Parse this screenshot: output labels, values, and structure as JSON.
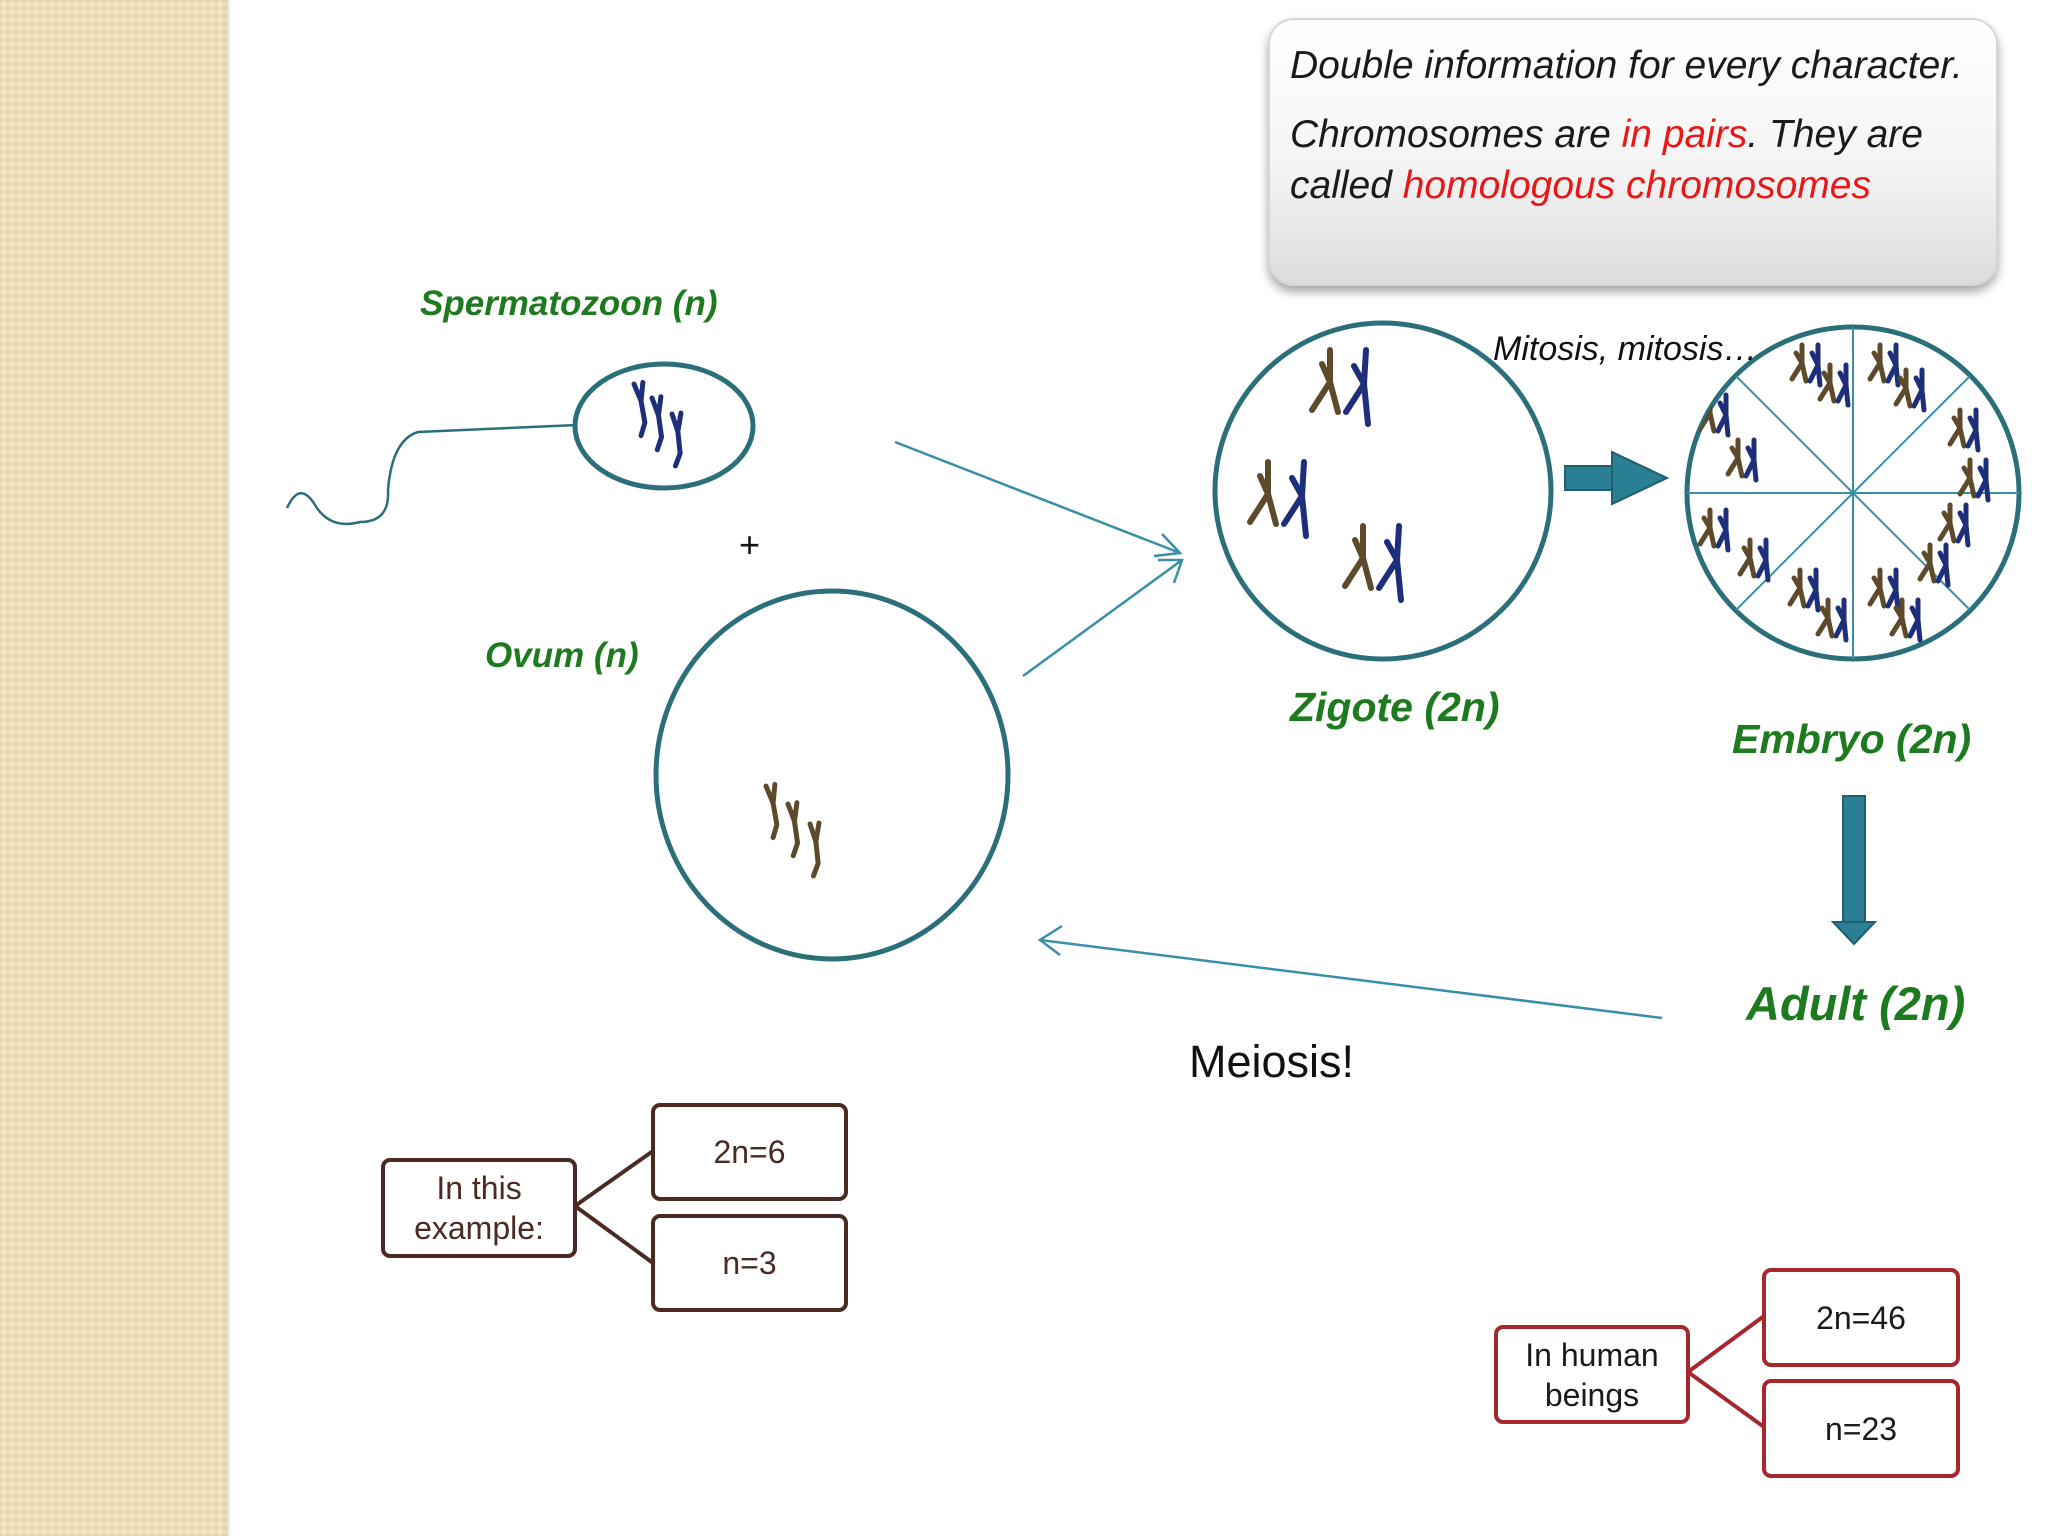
{
  "callout": {
    "line1": "Double information for every character.",
    "line2_a": " Chromosomes are ",
    "line2_red1": "in pairs",
    "line2_b": ". They are called ",
    "line2_red2": "homologous chromosomes"
  },
  "labels": {
    "spermatozoon": "Spermatozoon (n)",
    "plus": "+",
    "ovum": "Ovum (n)",
    "zigote": "Zigote (2n)",
    "mitosis": "Mitosis, mitosis…",
    "embryo": "Embryo (2n)",
    "adult": "Adult (2n)",
    "meiosis": "Meiosis!"
  },
  "example_tree": {
    "root": "In this example:",
    "top": "2n=6",
    "bottom": "n=3"
  },
  "human_tree": {
    "root": "In human beings",
    "top": "2n=46",
    "bottom": "n=23"
  },
  "colors": {
    "teal": "#2b6f7a",
    "arrow": "#3a8fa6",
    "chromosome_blue": "#1d2f7a",
    "chromosome_brown": "#5c4a2a",
    "label_green": "#1e7a1e",
    "highlight_red": "#e81818"
  }
}
